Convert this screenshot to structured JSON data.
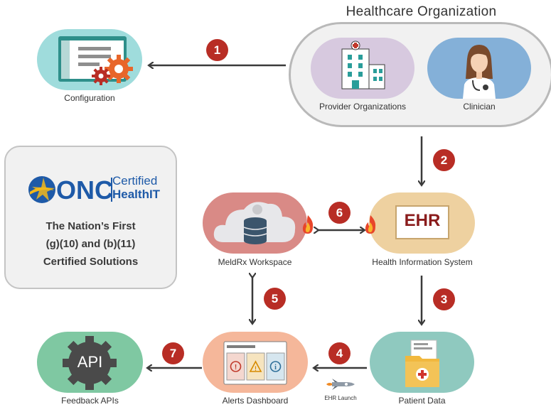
{
  "org": {
    "title": "Healthcare Organization",
    "provider_label": "Provider Organizations",
    "clinician_label": "Clinician"
  },
  "nodes": {
    "configuration": "Configuration",
    "workspace": "MeldRx Workspace",
    "his": "Health Information System",
    "ehr_text": "EHR",
    "patient_data": "Patient Data",
    "alerts": "Alerts Dashboard",
    "feedback": "Feedback APIs",
    "api_text": "API",
    "ehr_launch": "EHR Launch"
  },
  "onc": {
    "logo_text": "ONC",
    "certified": "Certified",
    "health_it": "HealthIT",
    "line1": "The Nation’s First",
    "line2": "(g)(10) and (b)(11)",
    "line3": "Certified Solutions"
  },
  "steps": [
    "1",
    "2",
    "3",
    "4",
    "5",
    "6",
    "7"
  ],
  "colors": {
    "badge": "#b82d25",
    "config_bg": "#9fdcdc",
    "provider_bg": "#d7c9df",
    "clinician_bg": "#84b0d8",
    "workspace_bg": "#d98a86",
    "ehr_bg": "#eed1a0",
    "patient_bg": "#8fc9bf",
    "alerts_bg": "#f5b79a",
    "feedback_bg": "#7fc8a2"
  }
}
